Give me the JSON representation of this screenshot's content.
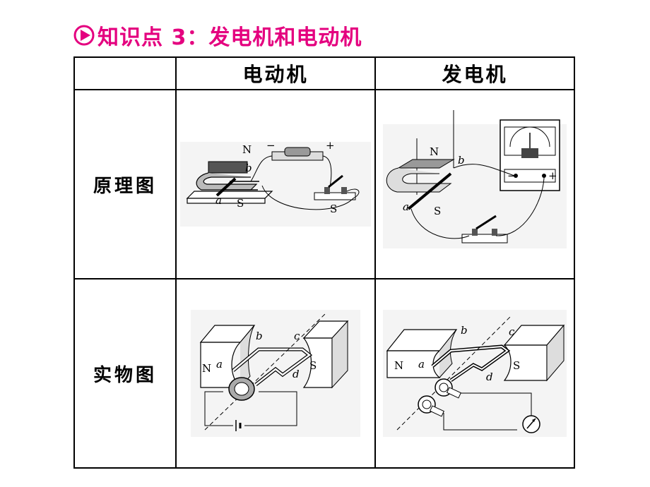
{
  "title": {
    "text": "知识点 3：发电机和电动机",
    "color": "#e4007f"
  },
  "table": {
    "headers": [
      "",
      "电动机",
      "发电机"
    ],
    "rows": [
      {
        "label": "原理图"
      },
      {
        "label": "实物图"
      }
    ]
  },
  "figure_labels": {
    "motor_principle": {
      "n": "N",
      "s_magnet": "S",
      "a": "a",
      "b": "b",
      "minus": "−",
      "plus": "+",
      "s_switch": "S"
    },
    "generator_principle": {
      "n": "N",
      "s": "S",
      "a": "a",
      "b": "b",
      "minus": "−",
      "plus": "+"
    },
    "motor_real": {
      "n": "N",
      "s": "S",
      "a": "a",
      "b": "b",
      "c": "c",
      "d": "d"
    },
    "generator_real": {
      "n": "N",
      "s": "S",
      "a": "a",
      "b": "b",
      "c": "c",
      "d": "d"
    }
  },
  "icons": [
    "play-triangle-icon"
  ]
}
